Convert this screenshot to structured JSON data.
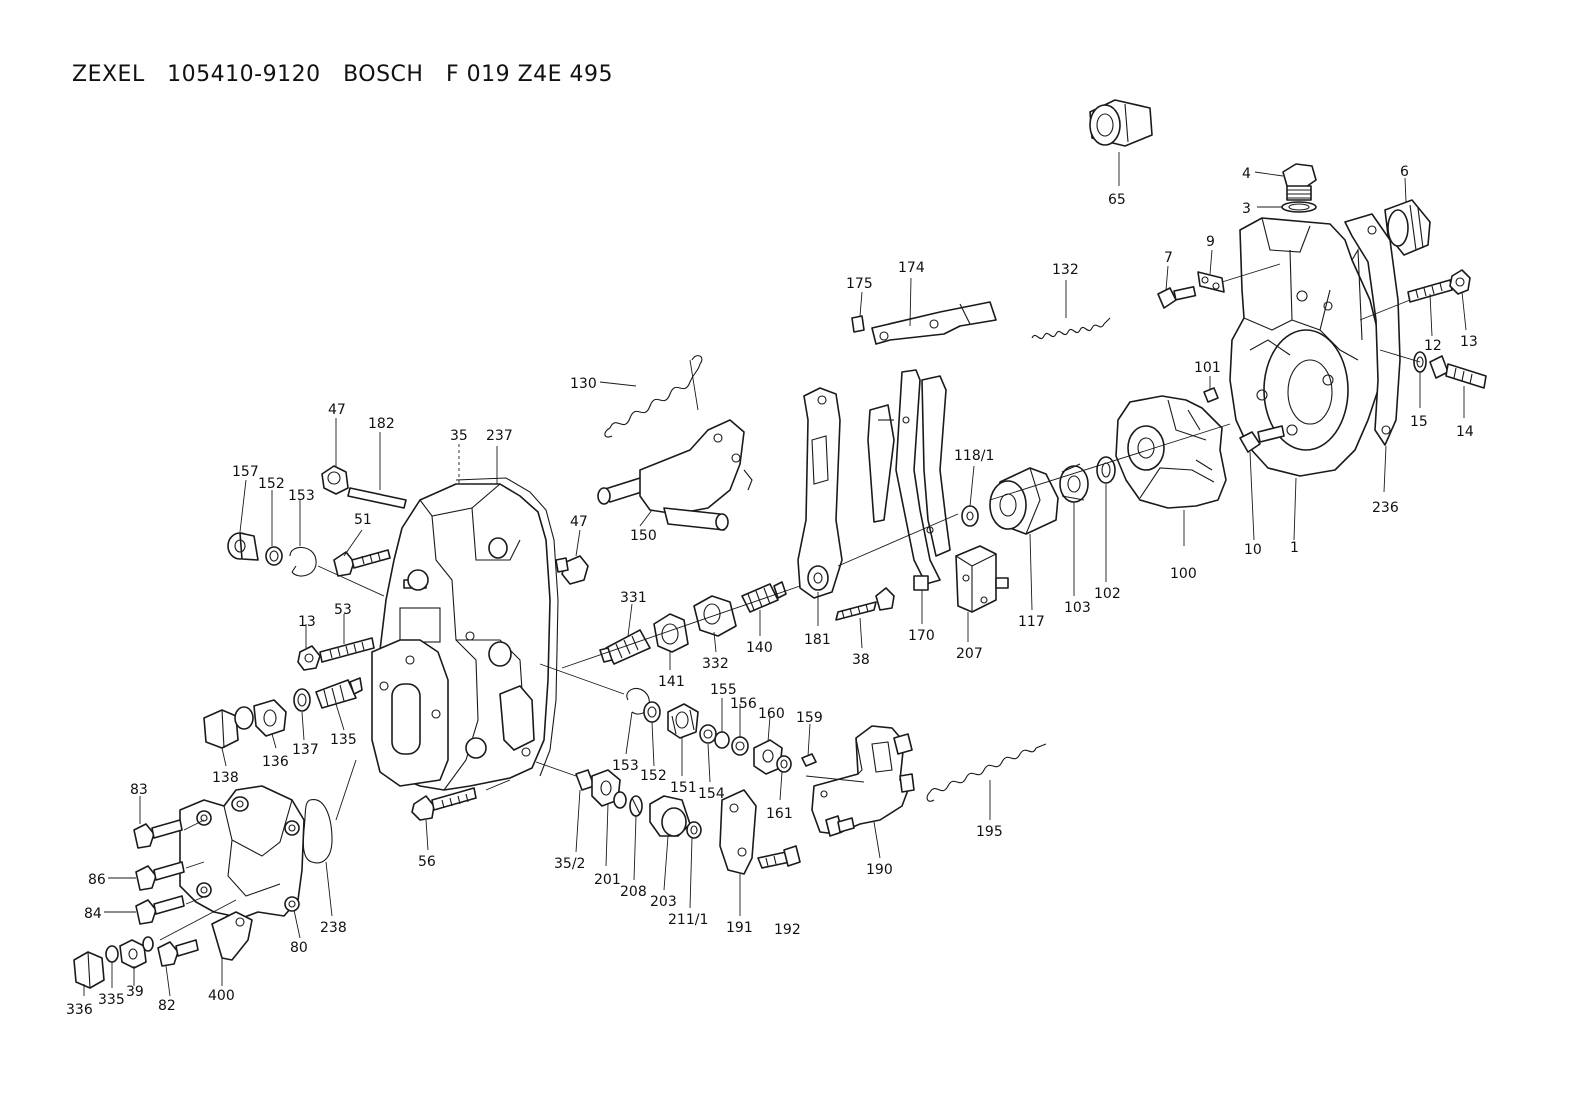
{
  "title": "ZEXEL   105410-9120   BOSCH   F 019 Z4E 495",
  "callouts": {
    "c65": "65",
    "c4": "4",
    "c3": "3",
    "c6": "6",
    "c9": "9",
    "c7": "7",
    "c175": "175",
    "c174": "174",
    "c132": "132",
    "c12": "12",
    "c13a": "13",
    "c101": "101",
    "c15": "15",
    "c14": "14",
    "c130": "130",
    "c47a": "47",
    "c182": "182",
    "c35": "35",
    "c237": "237",
    "c157": "157",
    "c152a": "152",
    "c153a": "153",
    "c51": "51",
    "c47b": "47",
    "c150": "150",
    "c118_1": "118/1",
    "c236": "236",
    "c10": "10",
    "c1": "1",
    "c100": "100",
    "c102": "102",
    "c103": "103",
    "c117": "117",
    "c207": "207",
    "c170": "170",
    "c181": "181",
    "c38": "38",
    "c140": "140",
    "c332": "332",
    "c331": "331",
    "c141": "141",
    "c13b": "13",
    "c53": "53",
    "c135": "135",
    "c137": "137",
    "c136": "136",
    "c138": "138",
    "c155": "155",
    "c156": "156",
    "c160": "160",
    "c159": "159",
    "c153b": "153",
    "c152b": "152",
    "c151": "151",
    "c154": "154",
    "c161": "161",
    "c195": "195",
    "c190": "190",
    "c83": "83",
    "c86": "86",
    "c84": "84",
    "c336": "336",
    "c335": "335",
    "c39": "39",
    "c82": "82",
    "c400": "400",
    "c80": "80",
    "c238": "238",
    "c56": "56",
    "c35_2": "35/2",
    "c201": "201",
    "c208": "208",
    "c203": "203",
    "c211_1": "211/1",
    "c191": "191",
    "c192": "192"
  }
}
